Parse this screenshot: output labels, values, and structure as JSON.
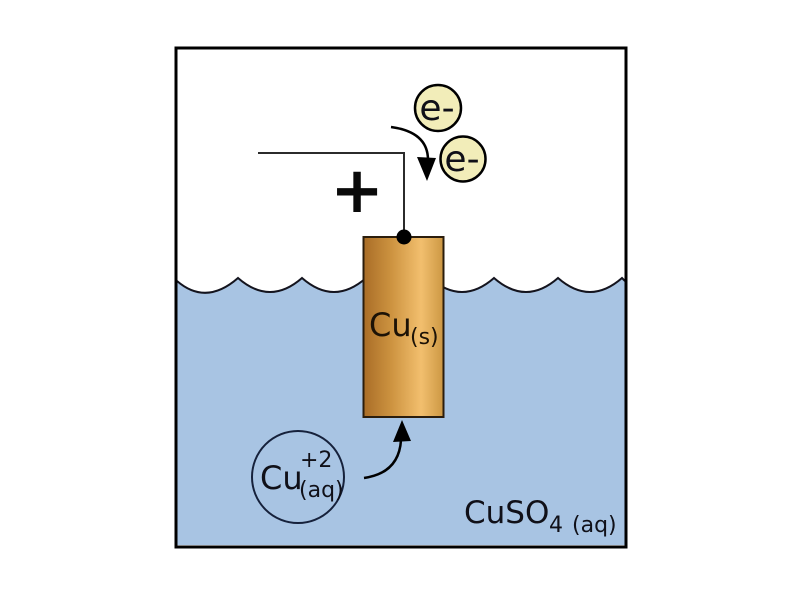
{
  "diagram": {
    "terminal": {
      "sign": "+"
    },
    "electrons": [
      {
        "label": "e-"
      },
      {
        "label": "e-"
      }
    ],
    "electrode": {
      "symbol": "Cu",
      "state": "(s)"
    },
    "ion": {
      "symbol": "Cu",
      "charge": "+2",
      "state": "(aq)"
    },
    "solution": {
      "formula": "CuSO",
      "subscript": "4",
      "state": "(aq)"
    },
    "colors": {
      "solution_fill": "#a8c4e3",
      "electrode_dark": "#a96d27",
      "electrode_light": "#f2bf6e",
      "electron_fill": "#f2edb9",
      "outline": "#000000"
    }
  }
}
